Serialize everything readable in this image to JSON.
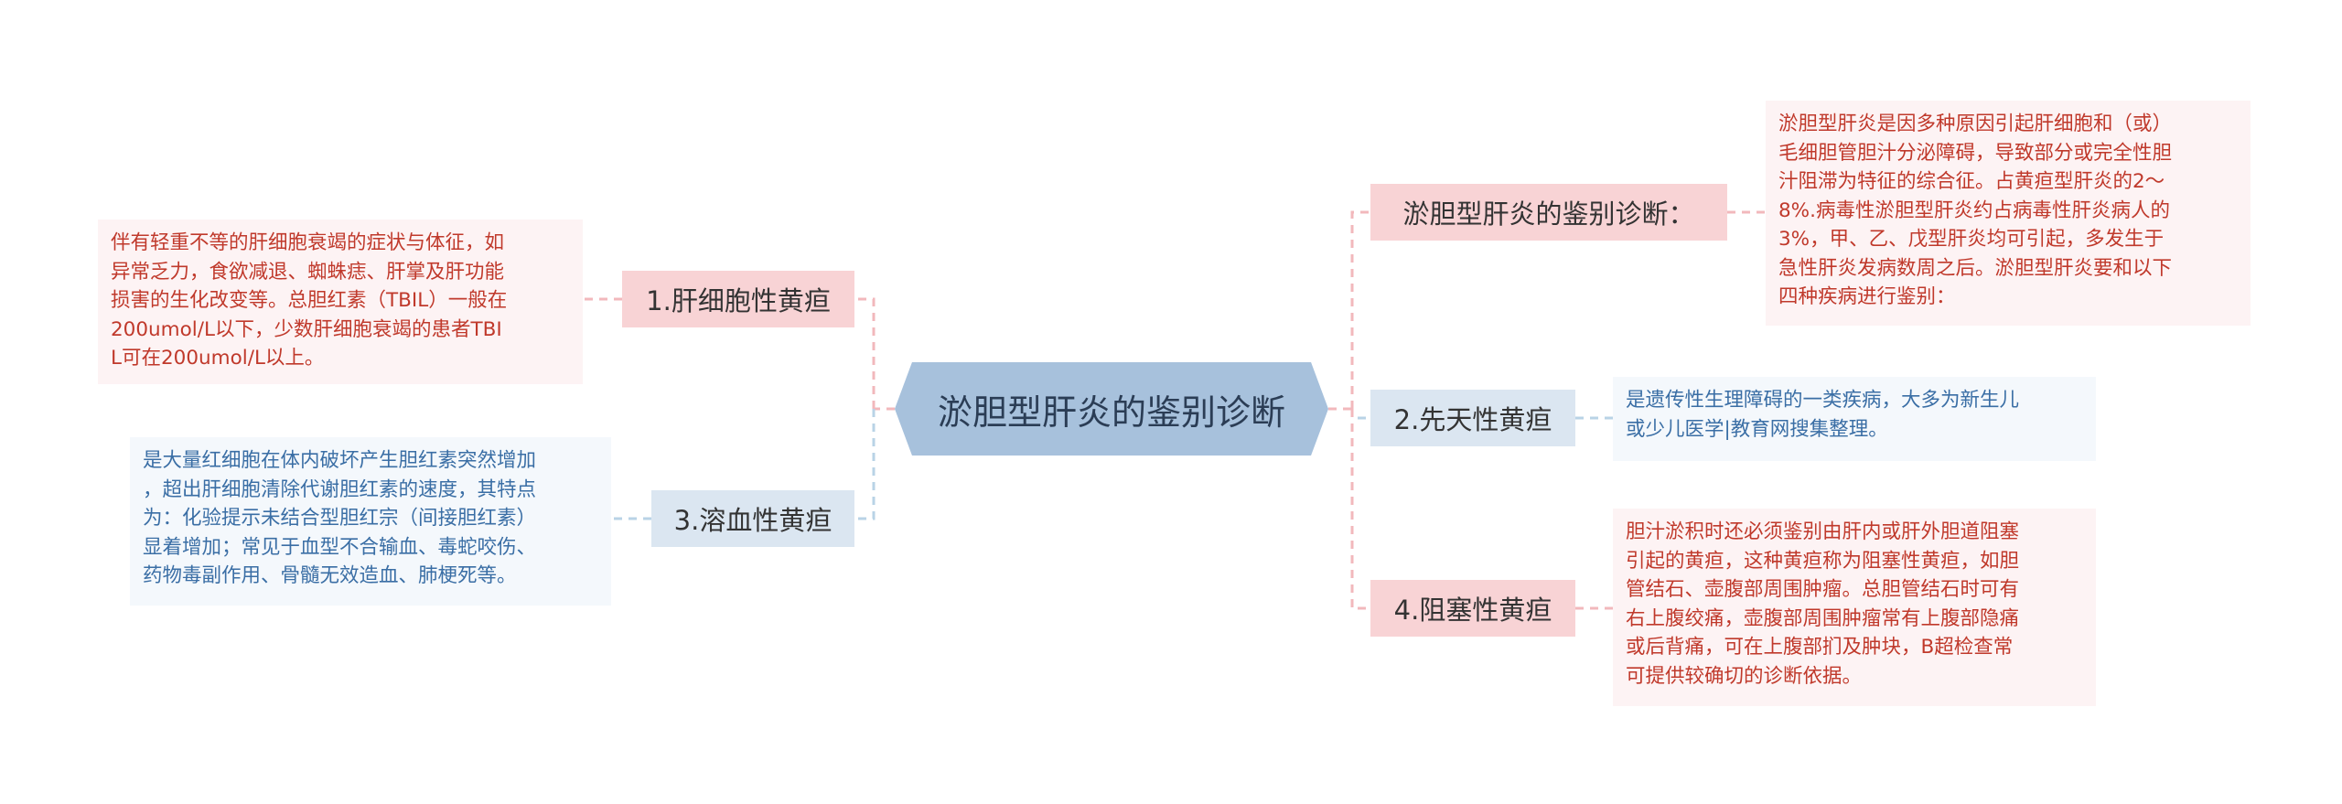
{
  "colors": {
    "center_fill": "#a7c1dc",
    "pink_fill": "#f8d3d5",
    "blue_fill": "#dbe6f1",
    "pink_line": "#f2b8bc",
    "blue_line": "#b9d3e6",
    "red_text": "#c0392b",
    "blue_text": "#3a6ea5"
  },
  "center": {
    "label": "淤胆型肝炎的鉴别诊断"
  },
  "left_branches": [
    {
      "label": "1.肝细胞性黄疸",
      "description": "伴有轻重不等的肝细胞衰竭的症状与体征，如\n异常乏力，食欲减退、蜘蛛痣、肝掌及肝功能\n损害的生化改变等。总胆红素（TBIL）一般在\n200umol/L以下，少数肝细胞衰竭的患者TBI\nL可在200umol/L以上。"
    },
    {
      "label": "3.溶血性黄疸",
      "description": "是大量红细胞在体内破坏产生胆红素突然增加\n，超出肝细胞清除代谢胆红素的速度，其特点\n为：化验提示未结合型胆红宗（间接胆红素）\n显着增加；常见于血型不合输血、毒蛇咬伤、\n药物毒副作用、骨髓无效造血、肺梗死等。"
    }
  ],
  "right_branches": [
    {
      "label": "淤胆型肝炎的鉴别诊断：",
      "description": "淤胆型肝炎是因多种原因引起肝细胞和（或）\n毛细胆管胆汁分泌障碍，导致部分或完全性胆\n汁阻滞为特征的综合征。占黄疸型肝炎的2～\n8%.病毒性淤胆型肝炎约占病毒性肝炎病人的\n3%，甲、乙、戊型肝炎均可引起，多发生于\n急性肝炎发病数周之后。淤胆型肝炎要和以下\n四种疾病进行鉴别："
    },
    {
      "label": "2.先天性黄疸",
      "description": "是遗传性生理障碍的一类疾病，大多为新生儿\n或少儿医学|教育网搜集整理。"
    },
    {
      "label": "4.阻塞性黄疸",
      "description": "胆汁淤积时还必须鉴别由肝内或肝外胆道阻塞\n引起的黄疸，这种黄疸称为阻塞性黄疸，如胆\n管结石、壶腹部周围肿瘤。总胆管结石时可有\n右上腹绞痛，壶腹部周围肿瘤常有上腹部隐痛\n或后背痛，可在上腹部扪及肿块，B超检查常\n可提供较确切的诊断依据。"
    }
  ]
}
